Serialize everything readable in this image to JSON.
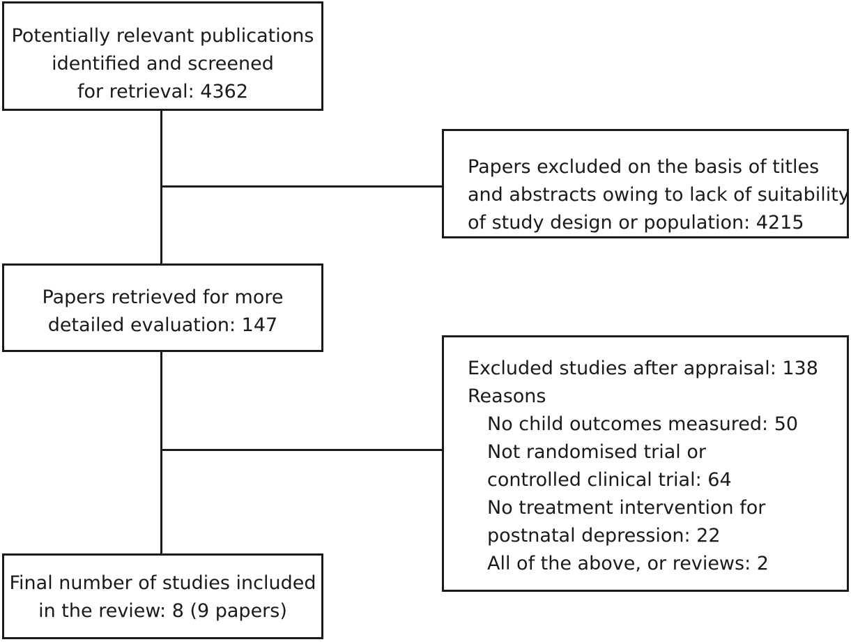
{
  "flow": {
    "identified": {
      "lines": [
        "Potentially relevant publications",
        "identified and screened",
        "for retrieval: 4362"
      ]
    },
    "excluded_titles": {
      "lines": [
        "Papers excluded on the basis of titles",
        "and abstracts owing to lack of suitability",
        "of study design or population: 4215"
      ]
    },
    "retrieved": {
      "lines": [
        "Papers retrieved for more",
        "detailed evaluation: 147"
      ]
    },
    "excluded_appraisal": {
      "heading": "Excluded studies after appraisal: 138",
      "reasons_label": "Reasons",
      "reasons": [
        "No child outcomes measured: 50",
        "Not randomised trial or",
        "controlled clinical trial: 64",
        "No treatment intervention for",
        "postnatal depression: 22",
        "All of the above, or reviews: 2"
      ]
    },
    "final": {
      "lines": [
        "Final number of studies included",
        "in the review: 8 (9 papers)"
      ]
    }
  }
}
